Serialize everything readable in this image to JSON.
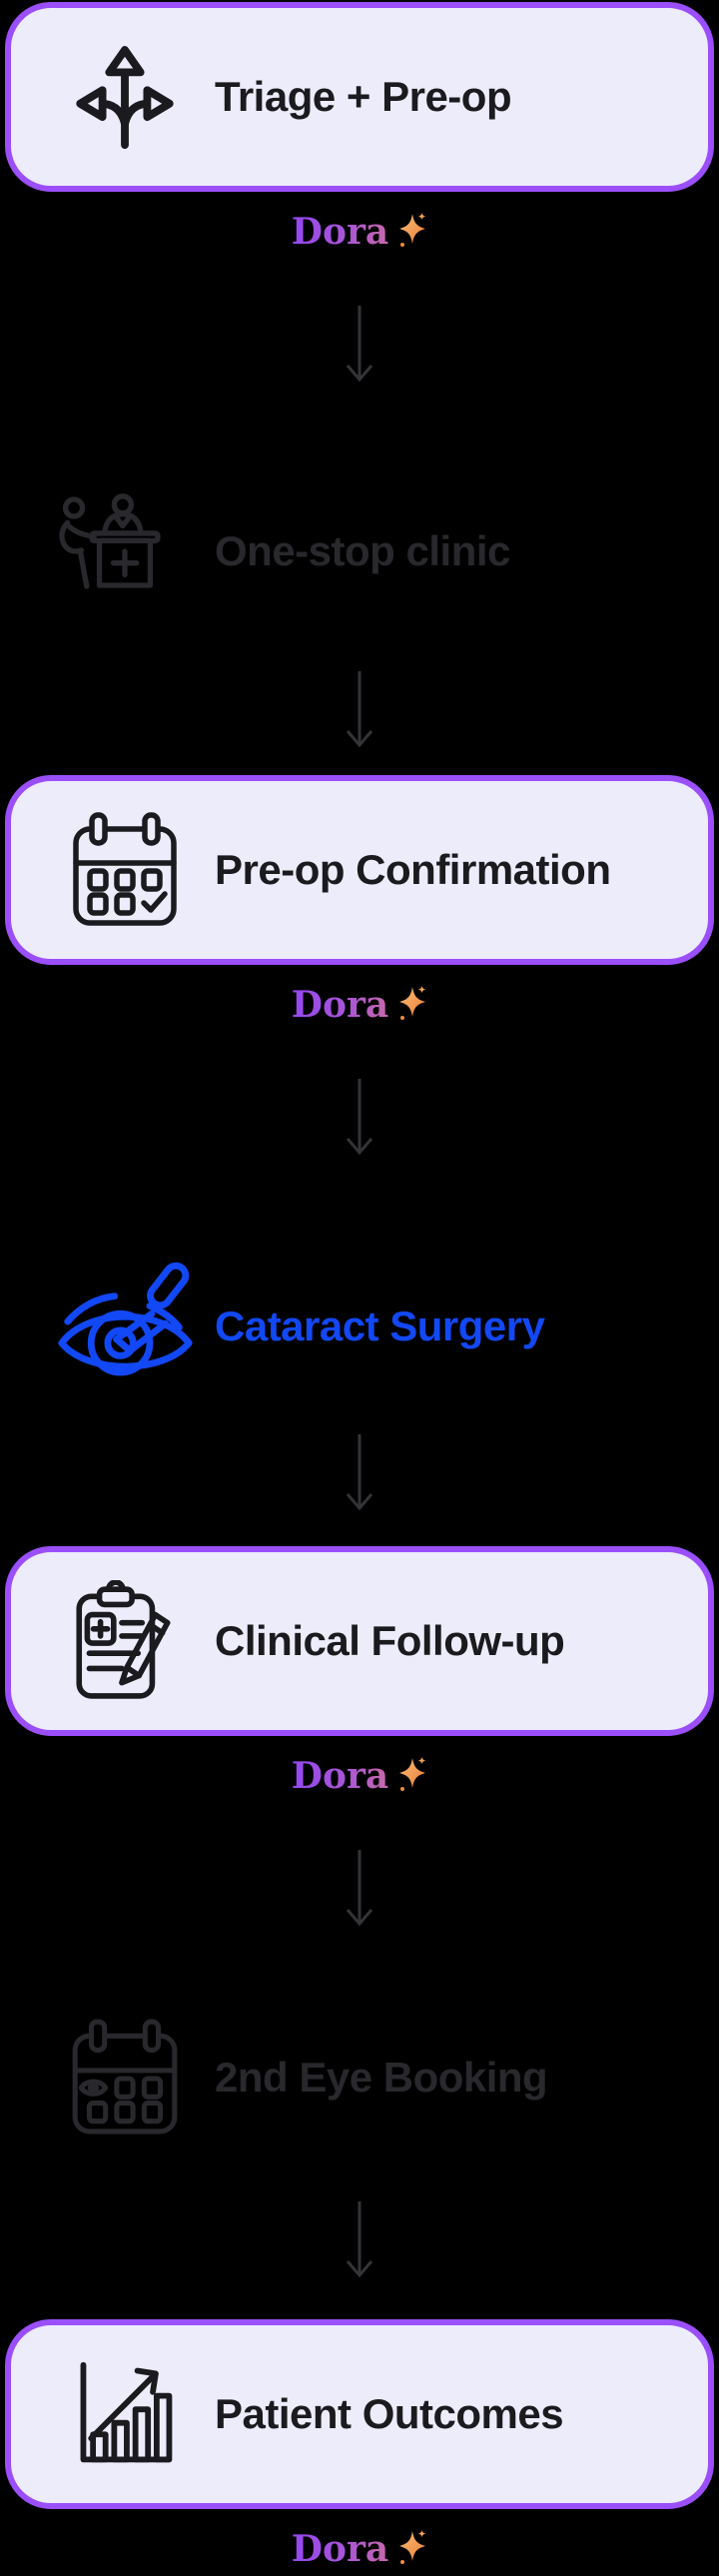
{
  "page": {
    "background": "#000000",
    "title": "Cataract patient journey flowchart"
  },
  "dora_badge": {
    "text": "Dora",
    "icon": "sparkle-star-icon"
  },
  "flow": {
    "steps": [
      {
        "id": "triage-preop",
        "label": "Triage + Pre-op",
        "style": "dora-box",
        "icon": "branching-arrows-icon",
        "has_dora_badge": true
      },
      {
        "id": "one-stop-clinic",
        "label": "One-stop clinic",
        "style": "dimmed",
        "icon": "reception-desk-icon",
        "has_dora_badge": false
      },
      {
        "id": "preop-confirmation",
        "label": "Pre-op Confirmation",
        "style": "dora-box",
        "icon": "calendar-check-icon",
        "has_dora_badge": true
      },
      {
        "id": "cataract-surgery",
        "label": "Cataract Surgery",
        "style": "blue-highlight",
        "icon": "eye-surgery-icon",
        "has_dora_badge": false
      },
      {
        "id": "clinical-followup",
        "label": "Clinical Follow-up",
        "style": "dora-box",
        "icon": "clipboard-pencil-icon",
        "has_dora_badge": true
      },
      {
        "id": "second-eye-booking",
        "label": "2nd Eye Booking",
        "style": "dimmed",
        "icon": "calendar-eye-icon",
        "has_dora_badge": false
      },
      {
        "id": "patient-outcomes",
        "label": "Patient Outcomes",
        "style": "dora-box",
        "icon": "bar-chart-arrow-icon",
        "has_dora_badge": true
      }
    ]
  },
  "colors": {
    "background": "#000000",
    "box_border": "#9B4FFB",
    "box_fill": "#EDECFB",
    "box_text": "#1B1B1F",
    "dimmed_text": "#28282D",
    "surgery_blue": "#1248F5",
    "connector_arrow": "#333338",
    "dora_gradient_start": "#9447EF",
    "dora_gradient_end": "#C668AB",
    "star_orange": "#EE8538"
  }
}
